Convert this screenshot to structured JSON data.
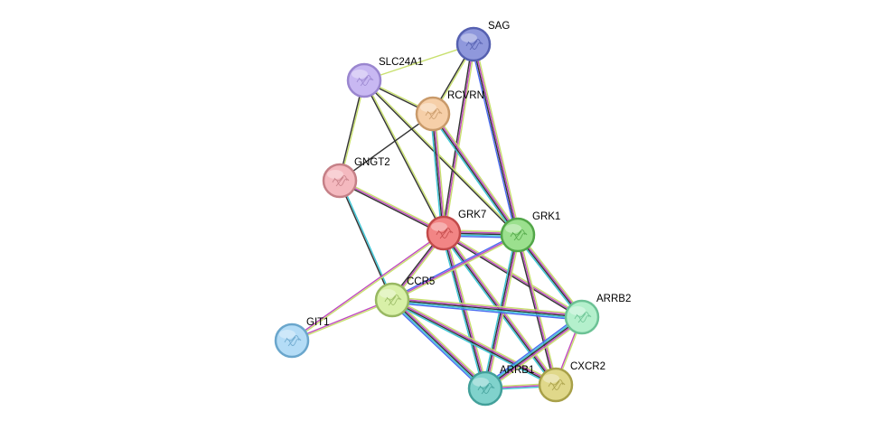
{
  "network": {
    "nodes": [
      {
        "id": "SAG",
        "label": "SAG",
        "fill": "#8f98dc",
        "stroke": "#5560b0"
      },
      {
        "id": "SLC24A1",
        "label": "SLC24A1",
        "fill": "#c8b8f2",
        "stroke": "#9a86cf"
      },
      {
        "id": "RCVRN",
        "label": "RCVRN",
        "fill": "#f6cfa8",
        "stroke": "#c99a6a"
      },
      {
        "id": "GNGT2",
        "label": "GNGT2",
        "fill": "#f4b9bf",
        "stroke": "#c58087"
      },
      {
        "id": "GRK7",
        "label": "GRK7",
        "fill": "#f28585",
        "stroke": "#c24a4a"
      },
      {
        "id": "GRK1",
        "label": "GRK1",
        "fill": "#9be08e",
        "stroke": "#52a648"
      },
      {
        "id": "CCR5",
        "label": "CCR5",
        "fill": "#d8f0a8",
        "stroke": "#98b862"
      },
      {
        "id": "ARRB2",
        "label": "ARRB2",
        "fill": "#b4f0cc",
        "stroke": "#6cc295"
      },
      {
        "id": "GIT1",
        "label": "GIT1",
        "fill": "#b4dcf6",
        "stroke": "#6aa6cc"
      },
      {
        "id": "ARRB1",
        "label": "ARRB1",
        "fill": "#80d2cc",
        "stroke": "#42a09a"
      },
      {
        "id": "CXCR2",
        "label": "CXCR2",
        "fill": "#e0d88a",
        "stroke": "#a8a048"
      }
    ],
    "edges": [
      {
        "source": "SAG",
        "target": "SLC24A1",
        "colors": [
          "#c8e06e"
        ]
      },
      {
        "source": "SAG",
        "target": "RCVRN",
        "colors": [
          "#c8e06e",
          "#333333"
        ]
      },
      {
        "source": "SAG",
        "target": "GRK7",
        "colors": [
          "#c8e06e",
          "#c04ac0",
          "#333333"
        ]
      },
      {
        "source": "SAG",
        "target": "GRK1",
        "colors": [
          "#c8e06e",
          "#c04ac0",
          "#333333",
          "#4a6cf0"
        ]
      },
      {
        "source": "SLC24A1",
        "target": "RCVRN",
        "colors": [
          "#c8e06e",
          "#333333"
        ]
      },
      {
        "source": "SLC24A1",
        "target": "GNGT2",
        "colors": [
          "#c8e06e",
          "#333333"
        ]
      },
      {
        "source": "SLC24A1",
        "target": "GRK7",
        "colors": [
          "#c8e06e",
          "#333333"
        ]
      },
      {
        "source": "SLC24A1",
        "target": "GRK1",
        "colors": [
          "#c8e06e",
          "#333333"
        ]
      },
      {
        "source": "RCVRN",
        "target": "GNGT2",
        "colors": [
          "#333333"
        ]
      },
      {
        "source": "RCVRN",
        "target": "GRK7",
        "colors": [
          "#c8e06e",
          "#c04ac0",
          "#333333",
          "#3cc6d6"
        ]
      },
      {
        "source": "RCVRN",
        "target": "GRK1",
        "colors": [
          "#c8e06e",
          "#c04ac0",
          "#333333",
          "#3cc6d6"
        ]
      },
      {
        "source": "GNGT2",
        "target": "GRK7",
        "colors": [
          "#c8e06e",
          "#c04ac0",
          "#333333"
        ]
      },
      {
        "source": "GNGT2",
        "target": "CCR5",
        "colors": [
          "#3cc6d6",
          "#333333"
        ]
      },
      {
        "source": "GRK7",
        "target": "GRK1",
        "colors": [
          "#c8e06e",
          "#c04ac0",
          "#333333",
          "#3cc6d6",
          "#4a6cf0"
        ]
      },
      {
        "source": "GRK7",
        "target": "CCR5",
        "colors": [
          "#c8e06e",
          "#c04ac0",
          "#333333"
        ]
      },
      {
        "source": "GRK7",
        "target": "GIT1",
        "colors": [
          "#c8e06e",
          "#c04ac0"
        ]
      },
      {
        "source": "GRK7",
        "target": "ARRB2",
        "colors": [
          "#c8e06e",
          "#c04ac0",
          "#333333"
        ]
      },
      {
        "source": "GRK7",
        "target": "ARRB1",
        "colors": [
          "#c8e06e",
          "#c04ac0",
          "#333333",
          "#3cc6d6"
        ]
      },
      {
        "source": "GRK7",
        "target": "CXCR2",
        "colors": [
          "#c8e06e",
          "#c04ac0",
          "#333333",
          "#3cc6d6"
        ]
      },
      {
        "source": "GRK1",
        "target": "CCR5",
        "colors": [
          "#c8e06e",
          "#c04ac0",
          "#4a6cf0"
        ]
      },
      {
        "source": "GRK1",
        "target": "ARRB2",
        "colors": [
          "#c8e06e",
          "#c04ac0",
          "#333333",
          "#3cc6d6"
        ]
      },
      {
        "source": "GRK1",
        "target": "ARRB1",
        "colors": [
          "#c8e06e",
          "#c04ac0",
          "#333333",
          "#3cc6d6"
        ]
      },
      {
        "source": "GRK1",
        "target": "CXCR2",
        "colors": [
          "#c8e06e",
          "#c04ac0",
          "#333333"
        ]
      },
      {
        "source": "CCR5",
        "target": "GIT1",
        "colors": [
          "#c8e06e",
          "#c04ac0"
        ]
      },
      {
        "source": "CCR5",
        "target": "ARRB2",
        "colors": [
          "#c8e06e",
          "#c04ac0",
          "#333333",
          "#3cc6d6",
          "#4a6cf0"
        ]
      },
      {
        "source": "CCR5",
        "target": "ARRB1",
        "colors": [
          "#c8e06e",
          "#c04ac0",
          "#333333",
          "#3cc6d6",
          "#4a6cf0"
        ]
      },
      {
        "source": "CCR5",
        "target": "CXCR2",
        "colors": [
          "#c8e06e",
          "#c04ac0",
          "#333333",
          "#3cc6d6"
        ]
      },
      {
        "source": "ARRB2",
        "target": "ARRB1",
        "colors": [
          "#c8e06e",
          "#c04ac0",
          "#333333",
          "#3cc6d6",
          "#4a6cf0"
        ]
      },
      {
        "source": "ARRB2",
        "target": "CXCR2",
        "colors": [
          "#c8e06e",
          "#c04ac0"
        ]
      },
      {
        "source": "ARRB1",
        "target": "CXCR2",
        "colors": [
          "#c8e06e",
          "#c04ac0",
          "#3cc6d6"
        ]
      }
    ]
  }
}
